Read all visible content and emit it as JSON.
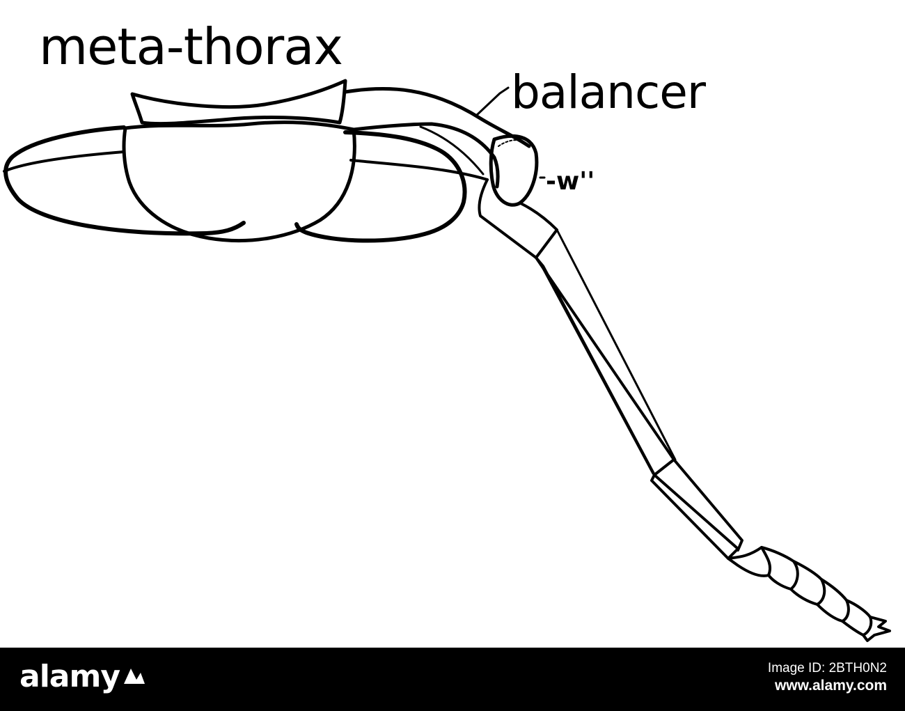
{
  "labels": {
    "metathorax": "meta-thorax",
    "balancer": "balancer",
    "wing": "-w''"
  },
  "footer": {
    "logo_text": "alamy",
    "image_id": "Image ID: 2BTH0N2",
    "url": "www.alamy.com"
  },
  "colors": {
    "ink": "#000000",
    "background": "#ffffff",
    "footer_background": "#000000",
    "footer_text": "#ffffff"
  }
}
